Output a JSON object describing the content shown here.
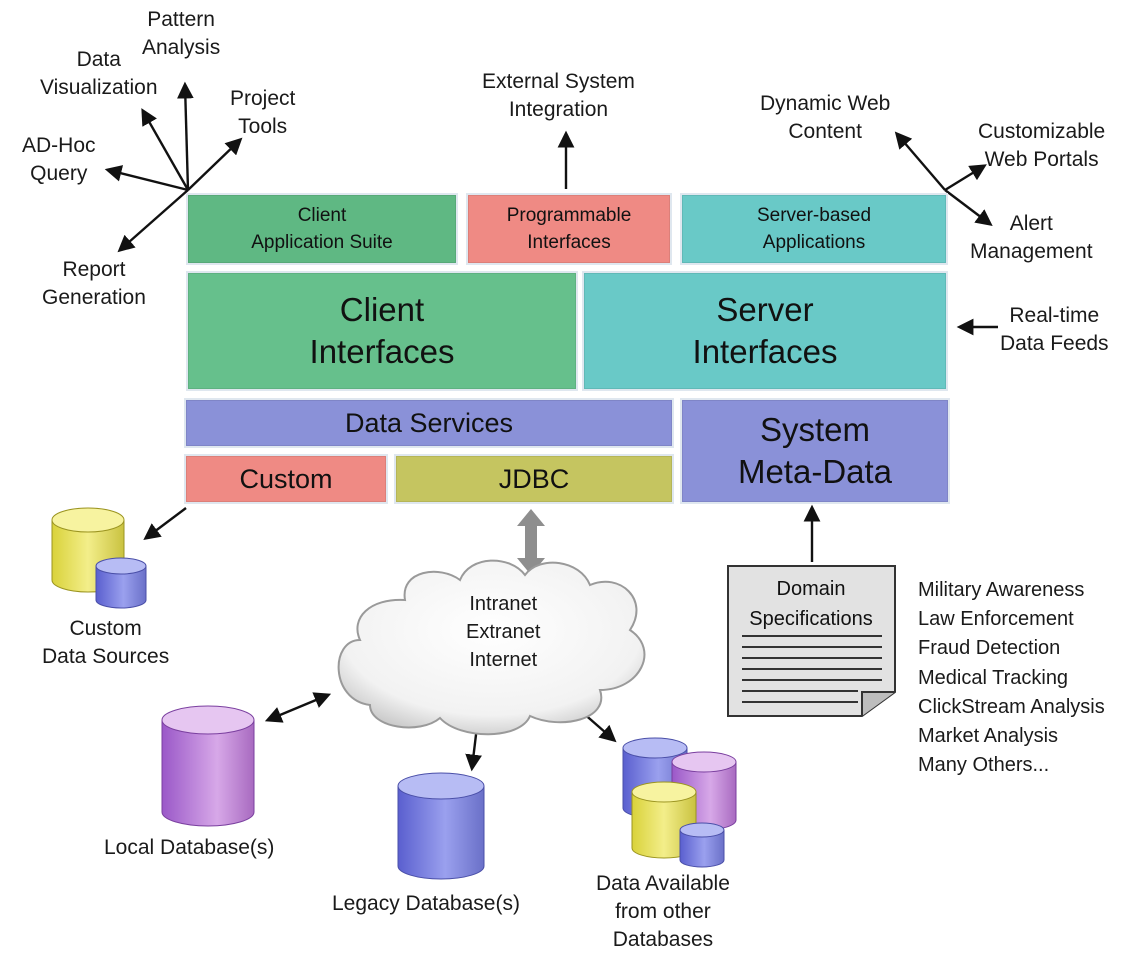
{
  "top_left_labels": {
    "pattern_analysis": [
      "Pattern",
      "Analysis"
    ],
    "data_visualization": [
      "Data",
      "Visualization"
    ],
    "project_tools": [
      "Project",
      "Tools"
    ],
    "adhoc_query": [
      "AD-Hoc",
      "Query"
    ],
    "report_generation": [
      "Report",
      "Generation"
    ]
  },
  "top_labels": {
    "external_system": [
      "External System",
      "Integration"
    ],
    "dynamic_web": [
      "Dynamic Web",
      "Content"
    ],
    "customizable_portals": [
      "Customizable",
      "Web Portals"
    ],
    "alert_management": [
      "Alert",
      "Management"
    ],
    "realtime_feeds": [
      "Real-time",
      "Data Feeds"
    ]
  },
  "layers": {
    "client_suite": [
      "Client",
      "Application Suite"
    ],
    "programmable": [
      "Programmable",
      "Interfaces"
    ],
    "server_apps": [
      "Server-based",
      "Applications"
    ],
    "client_interfaces": [
      "Client",
      "Interfaces"
    ],
    "server_interfaces": [
      "Server",
      "Interfaces"
    ],
    "data_services": "Data Services",
    "system_metadata": [
      "System",
      "Meta-Data"
    ],
    "custom": "Custom",
    "jdbc": "JDBC"
  },
  "bottom": {
    "custom_sources": [
      "Custom",
      "Data Sources"
    ],
    "network": [
      "Intranet",
      "Extranet",
      "Internet"
    ],
    "local_db": "Local Database(s)",
    "legacy_db": "Legacy Database(s)",
    "other_db": [
      "Data Available",
      "from other",
      "Databases"
    ],
    "domain_spec": [
      "Domain",
      "Specifications"
    ]
  },
  "domains": [
    "Military Awareness",
    "Law Enforcement",
    "Fraud Detection",
    "Medical Tracking",
    "ClickStream Analysis",
    "Market Analysis",
    "Many Others..."
  ],
  "colors": {
    "green": "#5fb883",
    "salmon": "#ef8a84",
    "cyan": "#69c9c7",
    "blue": "#8a91d8",
    "olive": "#c5c560"
  }
}
